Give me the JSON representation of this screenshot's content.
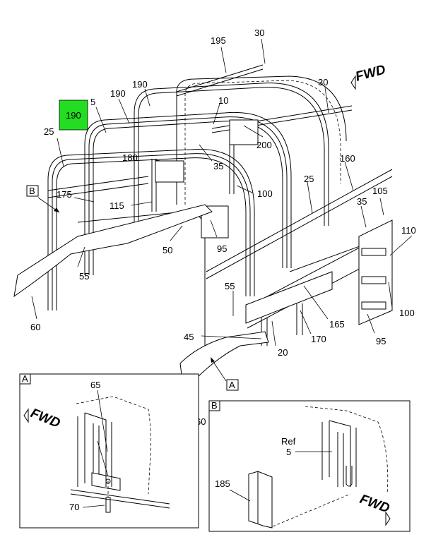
{
  "highlight": {
    "label": "190",
    "color": "#22dd22"
  },
  "fwd_label": "FWD",
  "main": {
    "callouts": [
      "195",
      "30",
      "30",
      "190",
      "190",
      "5",
      "10",
      "200",
      "35",
      "160",
      "25",
      "105",
      "35",
      "110",
      "180",
      "100",
      "25",
      "175",
      "115",
      "50",
      "95",
      "55",
      "55",
      "100",
      "165",
      "170",
      "95",
      "45",
      "20",
      "60",
      "60"
    ],
    "view_tags": [
      "B",
      "A"
    ]
  },
  "detail_a": {
    "tag": "A",
    "callouts": [
      "65",
      "70"
    ]
  },
  "detail_b": {
    "tag": "B",
    "callouts": [
      "Ref",
      "5",
      "185"
    ]
  }
}
